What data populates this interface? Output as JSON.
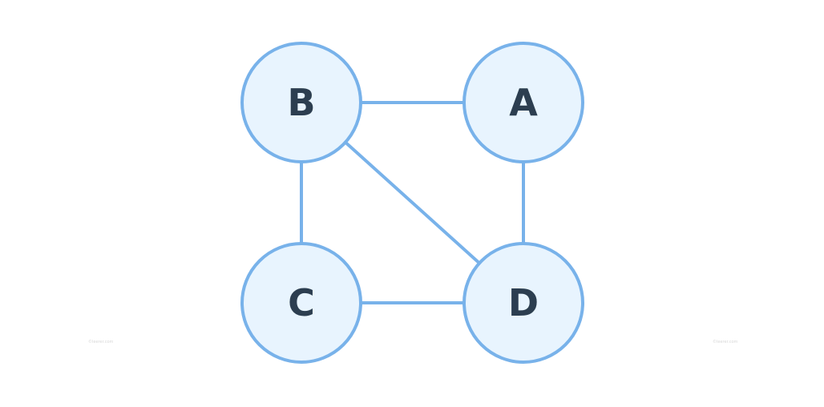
{
  "graph": {
    "nodes": [
      {
        "id": "B",
        "label": "B"
      },
      {
        "id": "A",
        "label": "A"
      },
      {
        "id": "C",
        "label": "C"
      },
      {
        "id": "D",
        "label": "D"
      }
    ],
    "edges": [
      {
        "from": "B",
        "to": "A"
      },
      {
        "from": "B",
        "to": "C"
      },
      {
        "from": "B",
        "to": "D"
      },
      {
        "from": "A",
        "to": "D"
      },
      {
        "from": "C",
        "to": "D"
      }
    ]
  },
  "colors": {
    "edge": "#78b2ea",
    "node_stroke": "#78b2ea",
    "node_fill": "#e8f4fe",
    "label": "#2c3e50"
  },
  "watermarks": {
    "left": "©leerer.com",
    "right": "©leerer.com"
  }
}
